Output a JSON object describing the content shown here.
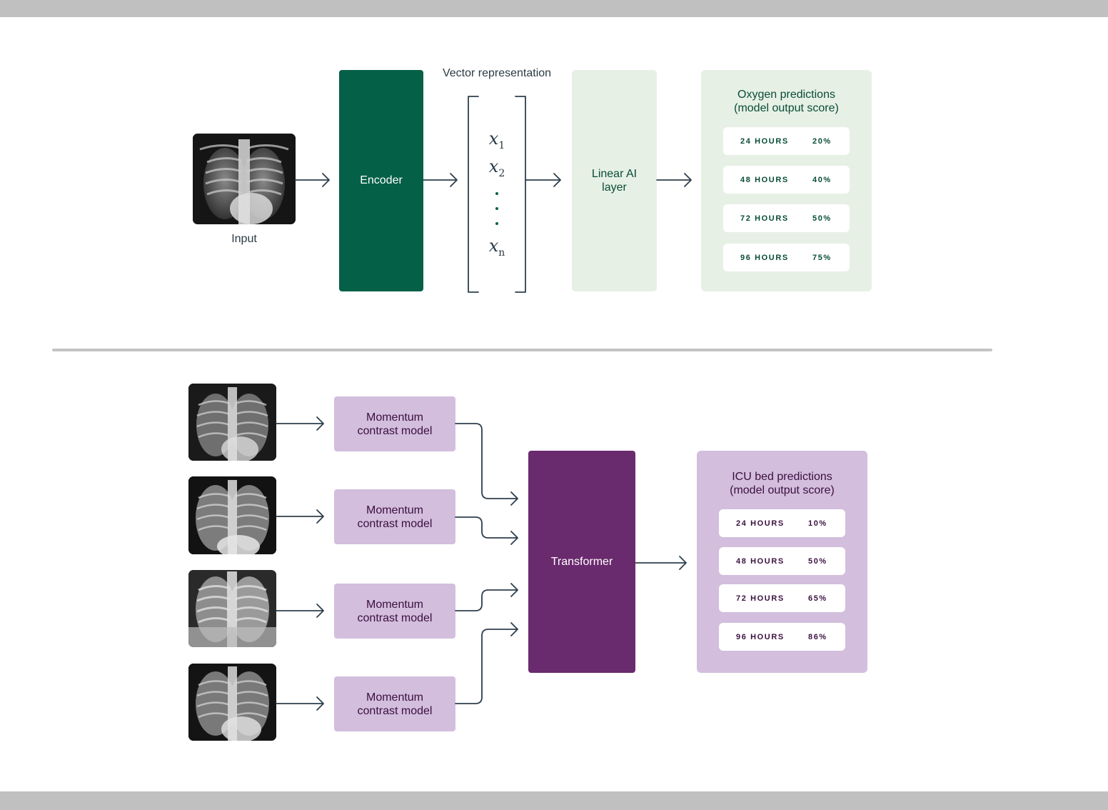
{
  "colors": {
    "encoder": "#046046",
    "linear_bg": "#e7f0e5",
    "oxygen_panel": "#e7f0e5",
    "oxygen_text": "#084c38",
    "momentum_bg": "#d3bedd",
    "transformer": "#6a2a6e",
    "icu_panel": "#d3bedd",
    "icu_text": "#3b0f40",
    "arrow": "#2e3e4c",
    "separator": "#c4c4c4"
  },
  "top": {
    "input_label": "Input",
    "encoder_label": "Encoder",
    "vector_title": "Vector representation",
    "vector_x1": "x",
    "vector_x1_sub": "1",
    "vector_x2": "x",
    "vector_x2_sub": "2",
    "vector_xn": "x",
    "vector_xn_sub": "n",
    "linear_label": "Linear AI layer",
    "oxygen": {
      "title_line1": "Oxygen predictions",
      "title_line2": "(model output score)",
      "rows": [
        {
          "hours": "24 HOURS",
          "pct": "20%"
        },
        {
          "hours": "48 HOURS",
          "pct": "40%"
        },
        {
          "hours": "72 HOURS",
          "pct": "50%"
        },
        {
          "hours": "96 HOURS",
          "pct": "75%"
        }
      ]
    }
  },
  "bottom": {
    "momentum_line1": "Momentum",
    "momentum_line2": "contrast model",
    "transformer_label": "Transformer",
    "icu": {
      "title_line1": "ICU bed predictions",
      "title_line2": "(model output score)",
      "rows": [
        {
          "hours": "24 HOURS",
          "pct": "10%"
        },
        {
          "hours": "48 HOURS",
          "pct": "50%"
        },
        {
          "hours": "72 HOURS",
          "pct": "65%"
        },
        {
          "hours": "96 HOURS",
          "pct": "86%"
        }
      ]
    }
  }
}
